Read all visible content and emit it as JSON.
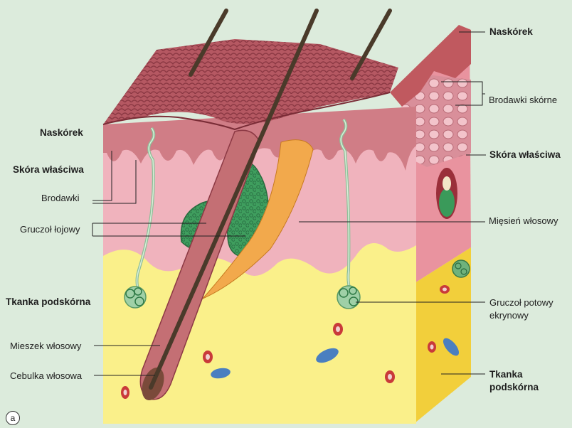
{
  "labels": {
    "naskorek_right": "Naskórek",
    "brodawki_skorne": "Brodawki skórne",
    "naskorek_left": "Naskórek",
    "skora_wlasciwa_right": "Skóra właściwa",
    "skora_wlasciwa_left": "Skóra właściwa",
    "brodawki": "Brodawki",
    "gruczol_lojowy": "Gruczoł łojowy",
    "miesien_wlosowy": "Mięsień włosowy",
    "tkanka_podskorna_left": "Tkanka podskórna",
    "gruczol_potowy_line1": "Gruczoł potowy",
    "gruczol_potowy_line2": "ekrynowy",
    "mieszek_wlosowy": "Mieszek włosowy",
    "cebulka_wlosowa": "Cebulka włosowa",
    "tkanka_podskorna_right_line1": "Tkanka",
    "tkanka_podskorna_right_line2": "podskórna",
    "panel_letter": "a"
  },
  "colors": {
    "background": "#dcebdc",
    "epidermis": "#c46f74",
    "dermis": "#f0b3bd",
    "hypodermis": "#faf08a",
    "side_dermis": "#e9939f",
    "side_hypodermis": "#f2cf3b",
    "gland": "#3a9a5a",
    "hair": "#4a3a2a"
  }
}
